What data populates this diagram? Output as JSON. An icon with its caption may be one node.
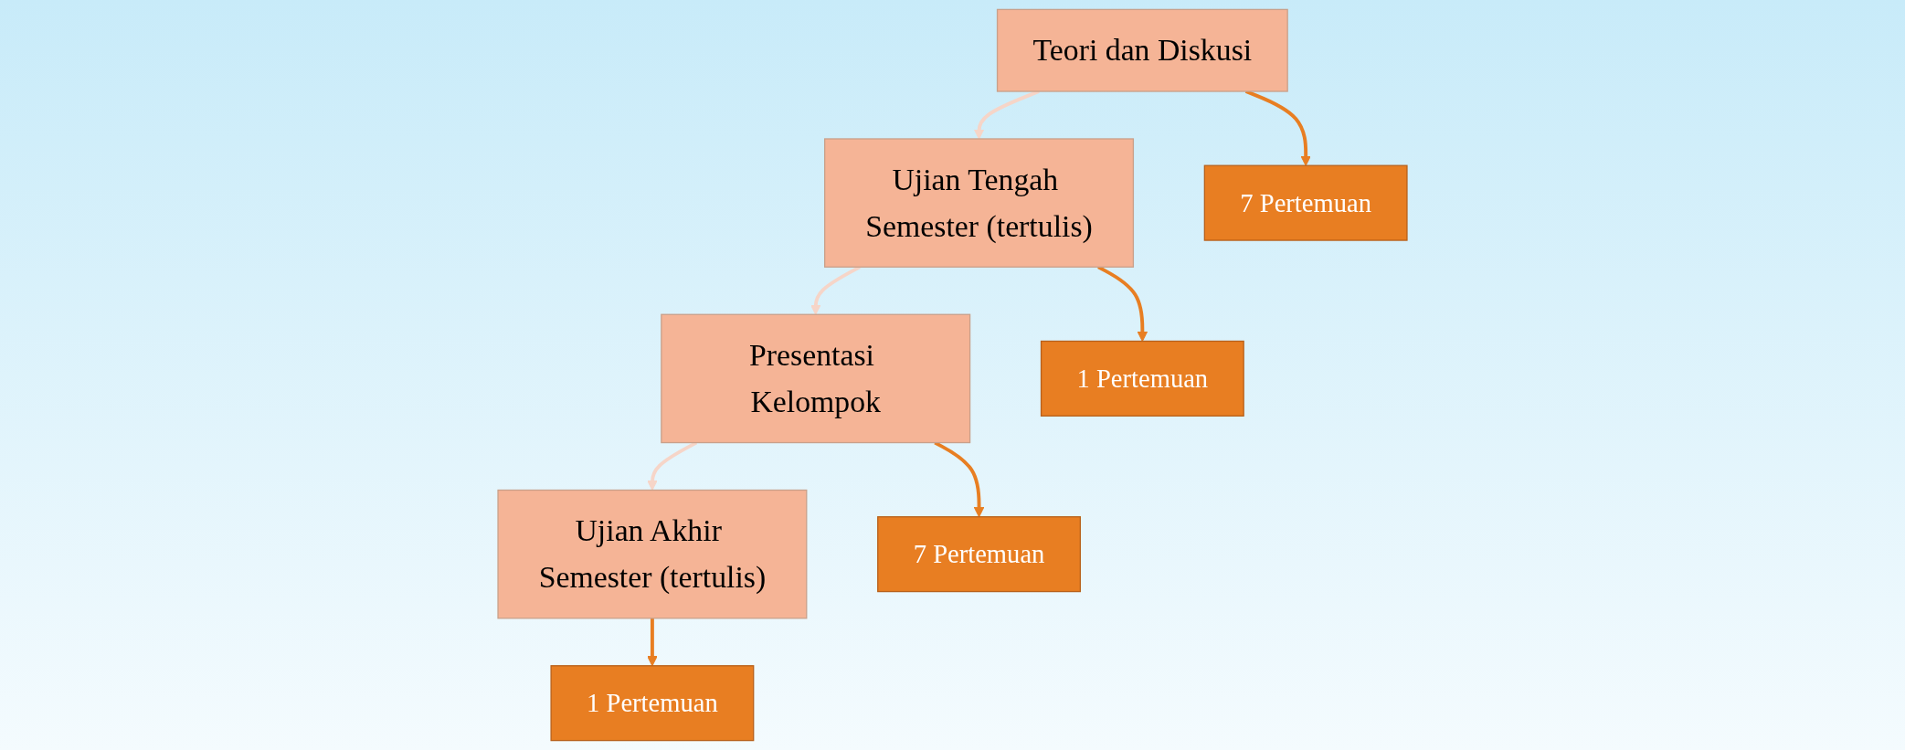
{
  "diagram": {
    "nodes": [
      {
        "text": [
          "Teori dan Diskusi"
        ]
      },
      {
        "text": [
          "Ujian Tengah Semester (tertulis)"
        ]
      },
      {
        "text": [
          "Presentasi Kelompok"
        ]
      },
      {
        "text": [
          "Ujian Akhir Semester (tertulis)"
        ]
      },
      {
        "text": [
          "7 Pertemuan"
        ]
      },
      {
        "text": [
          "1 Pertemuan"
        ]
      },
      {
        "text": [
          "7 Pertemuan"
        ]
      },
      {
        "text": [
          "1 Pertemuan"
        ]
      }
    ],
    "edges": [
      {
        "from": 0,
        "to": 1,
        "arrow": "to",
        "color": "#f6d5c8"
      },
      {
        "from": 1,
        "to": 2,
        "arrow": "to",
        "color": "#f6d5c8"
      },
      {
        "from": 2,
        "to": 3,
        "arrow": "to",
        "color": "#f6d5c8"
      },
      {
        "from": 0,
        "to": 4,
        "arrow": "to"
      },
      {
        "from": 1,
        "to": 5,
        "arrow": "to"
      },
      {
        "from": 2,
        "to": 6,
        "arrow": "to"
      },
      {
        "from": 3,
        "to": 7,
        "arrow": "to"
      }
    ]
  }
}
